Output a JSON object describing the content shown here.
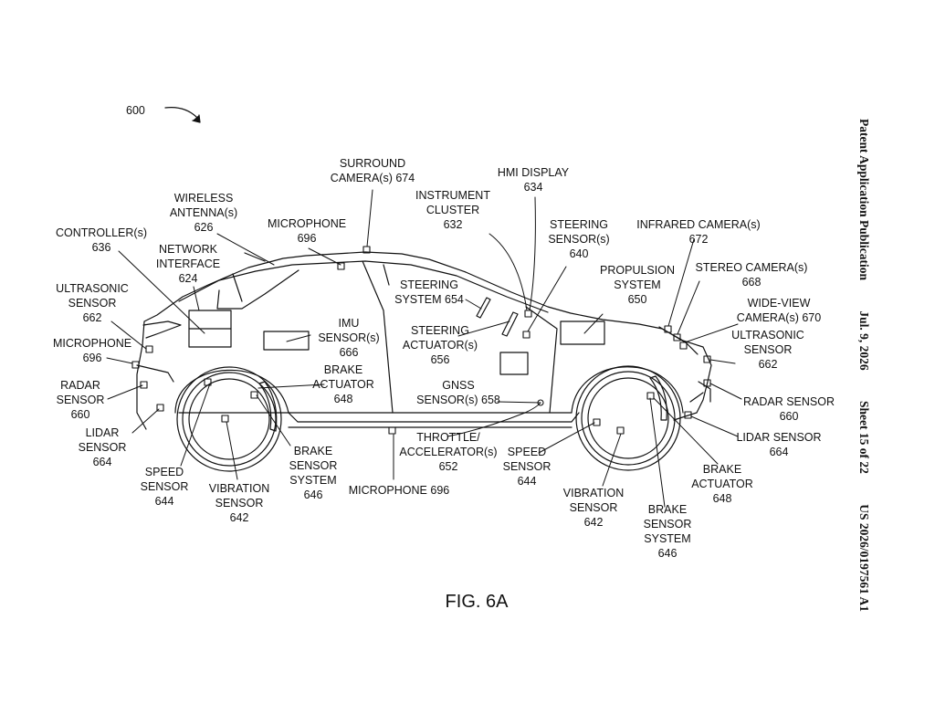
{
  "header": {
    "publication": "Patent Application Publication",
    "date": "Jul. 9, 2026",
    "sheet": "Sheet 15 of 22",
    "number": "US 2026/0197561 A1"
  },
  "reference": "600",
  "figure_label": "FIG. 6A",
  "labels": {
    "surround_camera": "SURROUND\nCAMERA(s) 674",
    "hmi_display": "HMI DISPLAY\n634",
    "instrument_cluster": "INSTRUMENT\nCLUSTER\n632",
    "wireless_antenna": "WIRELESS\nANTENNA(s)\n626",
    "microphone_top": "MICROPHONE\n696",
    "controller": "CONTROLLER(s)\n636",
    "network_interface": "NETWORK\nINTERFACE\n624",
    "steering_sensor_top": "STEERING\nSENSOR(s)\n640",
    "infrared_camera": "INFRARED CAMERA(s)\n672",
    "propulsion_system": "PROPULSION\nSYSTEM\n650",
    "stereo_camera": "STEREO CAMERA(s)\n668",
    "wide_view_camera": "WIDE-VIEW\nCAMERA(s) 670",
    "ultrasonic_front": "ULTRASONIC\nSENSOR\n662",
    "ultrasonic_rear": "ULTRASONIC\nSENSOR\n662",
    "steering_system": "STEERING\nSYSTEM 654",
    "imu_sensor": "IMU\nSENSOR(s)\n666",
    "steering_actuator": "STEERING\nACTUATOR(s)\n656",
    "microphone_rear": "MICROPHONE\n696",
    "brake_actuator_rear": "BRAKE\nACTUATOR\n648",
    "radar_rear": "RADAR\nSENSOR\n660",
    "radar_front": "RADAR SENSOR\n660",
    "gnss_sensor": "GNSS\nSENSOR(s) 658",
    "lidar_rear": "LIDAR\nSENSOR\n664",
    "lidar_front": "LIDAR SENSOR\n664",
    "throttle": "THROTTLE/\nACCELERATOR(s)\n652",
    "speed_rear": "SPEED\nSENSOR\n644",
    "brake_sensor_rear": "BRAKE\nSENSOR\nSYSTEM\n646",
    "speed_front": "SPEED\nSENSOR\n644",
    "brake_actuator_front": "BRAKE\nACTUATOR\n648",
    "vibration_rear": "VIBRATION\nSENSOR\n642",
    "microphone_bottom": "MICROPHONE 696",
    "vibration_front": "VIBRATION\nSENSOR\n642",
    "brake_sensor_front": "BRAKE\nSENSOR\nSYSTEM\n646"
  }
}
